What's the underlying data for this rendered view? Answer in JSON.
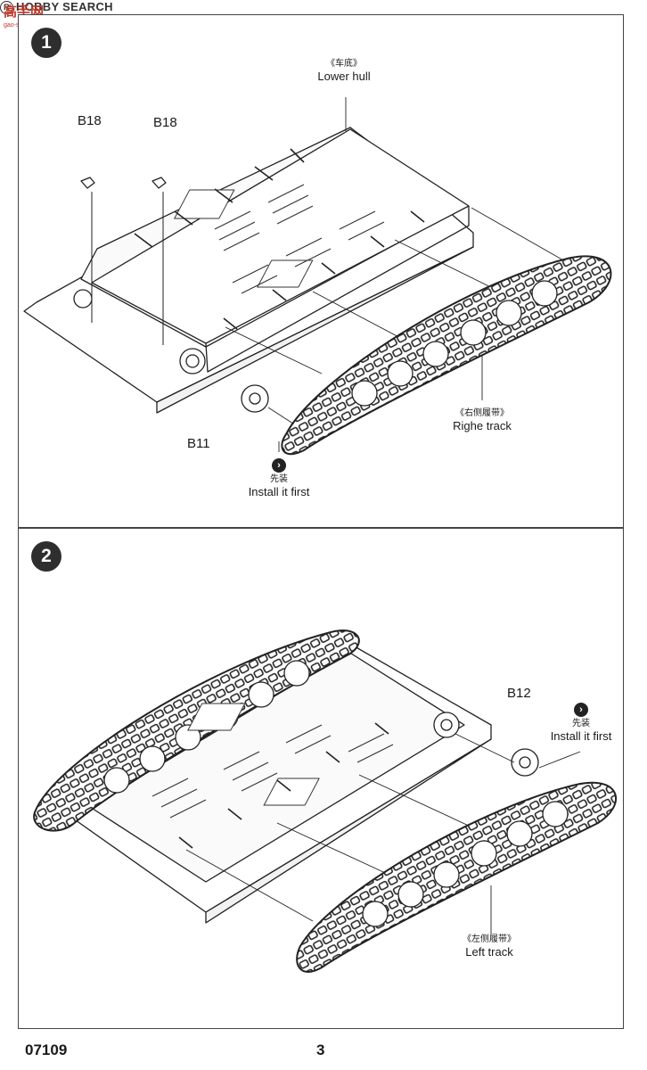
{
  "watermark": {
    "brand": "高手网",
    "url": "gao-shou.com"
  },
  "step1": {
    "number": "1",
    "hull_label_zh": "《车底》",
    "hull_label_en": "Lower hull",
    "part_b18_a": "B18",
    "part_b18_b": "B18",
    "part_b11": "B11",
    "track_label_zh": "《右侧履带》",
    "track_label_en": "Righe track",
    "install_zh": "先装",
    "install_en": "Install it first"
  },
  "step2": {
    "number": "2",
    "part_b12": "B12",
    "install_zh": "先装",
    "install_en": "Install it first",
    "track_label_zh": "《左侧履带》",
    "track_label_en": "Left track"
  },
  "footer": {
    "code": "07109",
    "page": "3",
    "logo": "HOBBY SEARCH"
  },
  "icons": {
    "install_arrow": "arrow-right-circle-icon",
    "step_marker": "step-number-badge"
  }
}
